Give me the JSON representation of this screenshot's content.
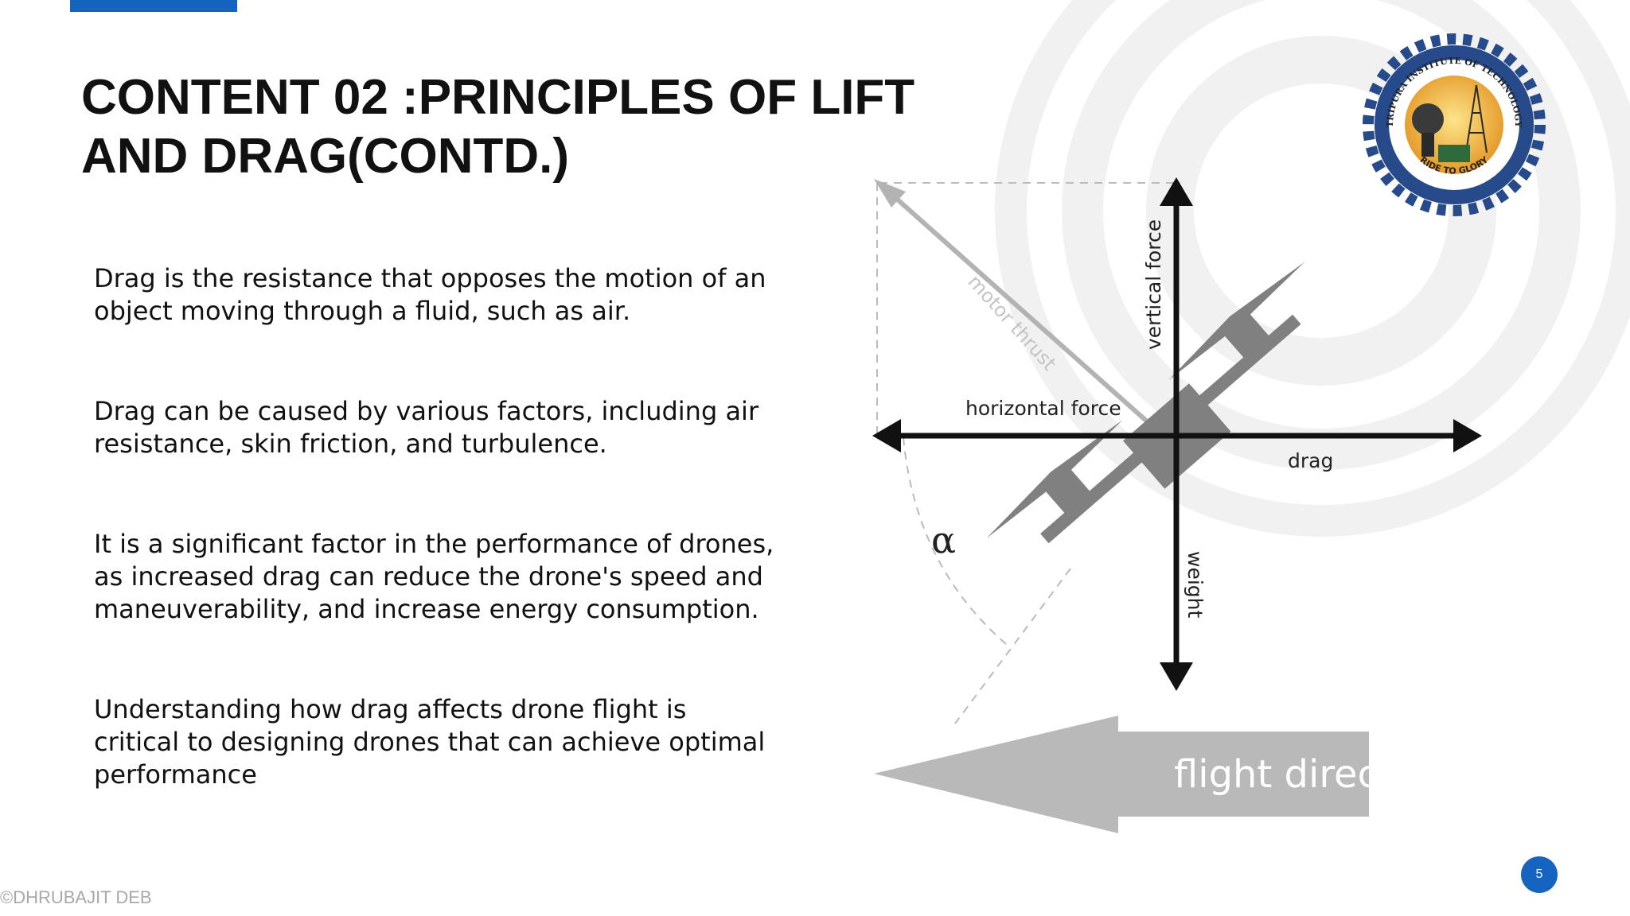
{
  "slide": {
    "title_line1": "CONTENT 02 :PRINCIPLES OF LIFT",
    "title_line2": "AND DRAG(CONTD.)",
    "paragraphs": [
      "Drag is the resistance that opposes the motion of an object moving through a fluid, such as air.",
      "Drag can be caused by various factors, including air resistance, skin friction, and turbulence.",
      "It is a significant factor in the performance of drones, as increased drag can reduce the drone's speed and maneuverability, and increase energy consumption.",
      "Understanding how drag affects drone flight is critical to designing drones that can achieve optimal performance"
    ],
    "page_number": "5",
    "footer": "©DHRUBAJIT DEB",
    "accent_color": "#1565c0"
  },
  "diagram": {
    "labels": {
      "vertical_force": "vertical force",
      "motor_thrust": "motor thrust",
      "horizontal_force": "horizontal force",
      "drag": "drag",
      "weight": "weight",
      "alpha": "α",
      "flight_direction": "flight direction"
    }
  },
  "logo": {
    "top_text": "TRIPURA INSTITUTE OF TECHNOLOGY",
    "bottom_text": "RIDE TO GLORY"
  }
}
